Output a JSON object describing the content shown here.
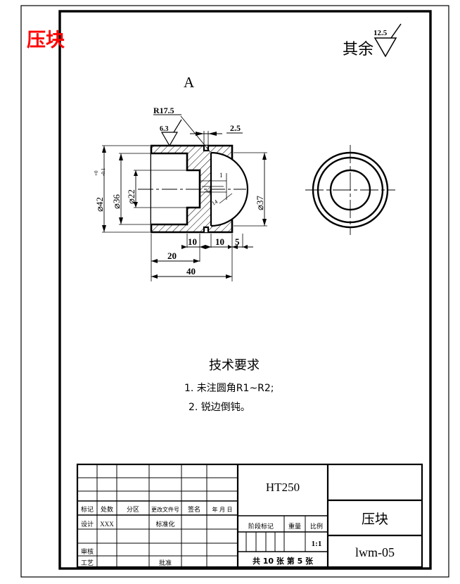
{
  "sheet": {
    "part_name_red": "压块",
    "surface_note_label": "其余",
    "surface_note_value": "12.5",
    "view_label": "A"
  },
  "section_view": {
    "dimensions": {
      "radius_note": "R17.5",
      "roughness_note": "6.3",
      "top_width": "2.5",
      "outer_dia_left": "⌀42",
      "outer_dia_left_tol_upper": "+0",
      "outer_dia_left_tol_lower": "-0.1",
      "dia_36": "⌀36",
      "dia_22": "⌀22",
      "dia_37": "⌀37",
      "bottom_10_left": "10",
      "bottom_20": "20",
      "bottom_40": "40",
      "bottom_10_right": "10",
      "bottom_5": "5",
      "inner_1": "1",
      "inner_4": "4",
      "inner_14": "14"
    }
  },
  "technical_requirements": {
    "title": "技术要求",
    "lines": [
      "1. 未注圆角R1~R2;",
      "2. 锐边倒钝。"
    ]
  },
  "title_block": {
    "material": "HT250",
    "part_name": "压块",
    "drawing_number": "lwm-05",
    "scale_value": "1:1",
    "stage_mark_label": "阶段标记",
    "weight_label": "重量",
    "scale_label": "比例",
    "sheet_count_text": "共  10  张   第   5   张",
    "revision_headers": [
      "标记",
      "处数",
      "分区",
      "更改文件号",
      "签名",
      "年  月  日"
    ],
    "rows": [
      {
        "label": "设计",
        "value": "XXX",
        "mid_label": "标准化"
      },
      {
        "label": "",
        "value": "",
        "mid_label": ""
      },
      {
        "label": "审核",
        "value": "",
        "mid_label": ""
      },
      {
        "label": "工艺",
        "value": "",
        "mid_label": "批准"
      }
    ]
  },
  "colors": {
    "ink": "#000000",
    "red": "#ff0000",
    "paper": "#ffffff"
  }
}
